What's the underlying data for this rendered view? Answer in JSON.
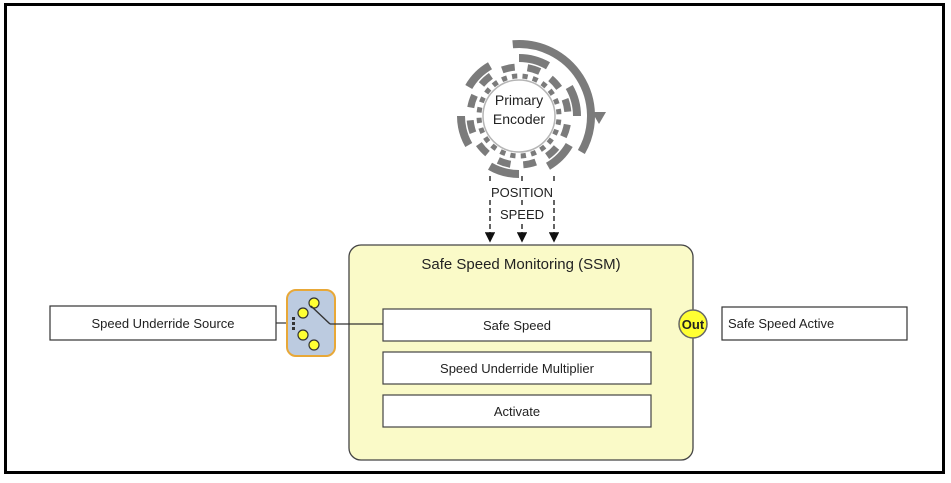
{
  "colors": {
    "frame": "#000000",
    "module_fill": "#fafac8",
    "module_stroke": "#444444",
    "encoder_dark": "#7b7b7b",
    "encoder_light": "#c9c9c9",
    "switch_fill": "#bccbe0",
    "switch_stroke": "#e8a838",
    "yellow": "#ffff33"
  },
  "encoder": {
    "label_line1": "Primary",
    "label_line2": "Encoder",
    "signal_line1": "POSITION",
    "signal_line2": "SPEED"
  },
  "module": {
    "title": "Safe Speed Monitoring (SSM)",
    "params": [
      "Safe Speed",
      "Speed Underride Multiplier",
      "Activate"
    ]
  },
  "input": {
    "label": "Speed Underride Source",
    "switch_icon": "selector-switch-icon"
  },
  "output": {
    "badge": "Out",
    "label": "Safe Speed Active"
  }
}
